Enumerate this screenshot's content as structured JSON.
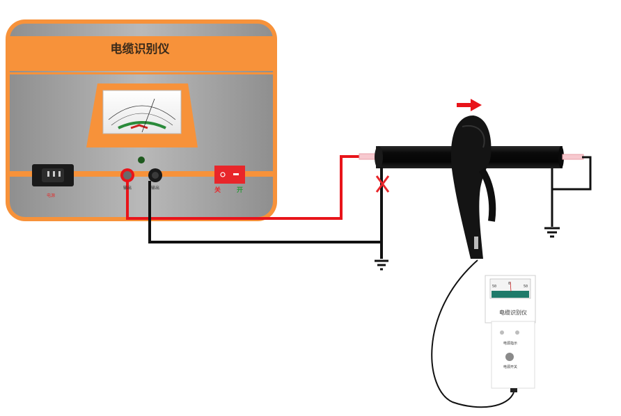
{
  "instrument": {
    "title": "电缆识别仪",
    "power_label": "电源",
    "output_left_label": "输出",
    "output_right_label": "输出",
    "switch_off_label": "关",
    "switch_on_label": "开"
  },
  "receiver": {
    "title": "电缆识别仪",
    "scale_left": "50",
    "scale_center": "0",
    "scale_right": "50",
    "indicator_label": "电源指示",
    "switch_label": "电源开关"
  },
  "colors": {
    "orange": "#f7923a",
    "red_wire": "#e8141a",
    "black_wire": "#111111",
    "cable": "#0c0c0c",
    "panel_gray": "#a5a5a5",
    "marker_red": "#e8262a"
  },
  "icons": [
    "ground-icon",
    "cross-mark-icon",
    "arrow-right-icon",
    "power-socket-icon",
    "rocker-switch-icon",
    "indicator-led-icon"
  ]
}
